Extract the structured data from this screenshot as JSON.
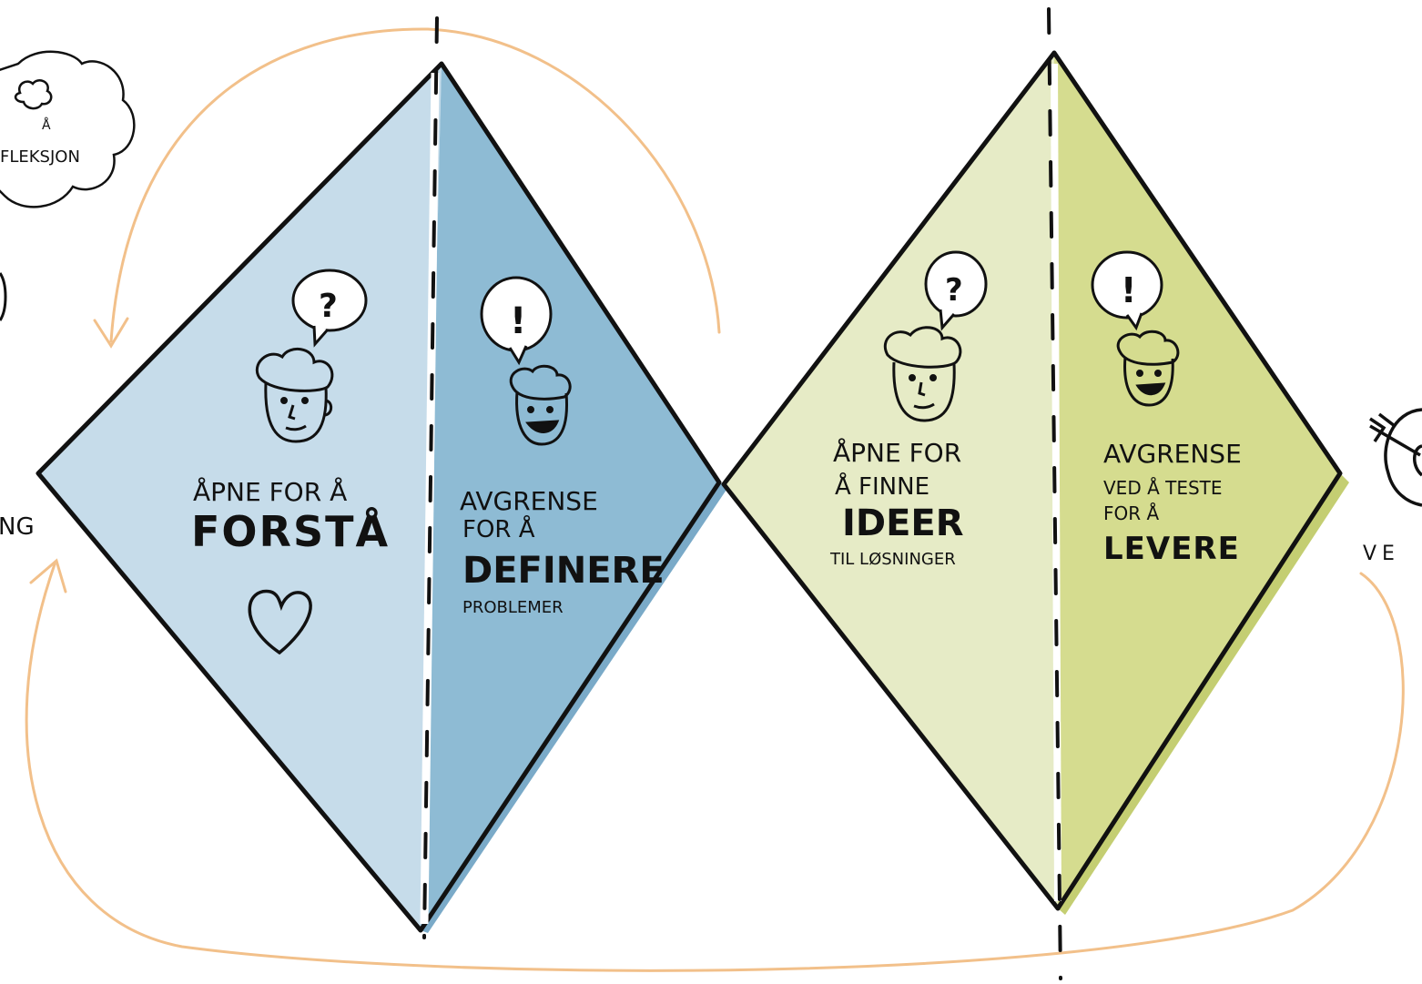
{
  "colors": {
    "light_blue": "#c6dcea",
    "mid_blue": "#8ebbd4",
    "light_green": "#e6ebc6",
    "mid_green": "#d5dc8f",
    "arrow_orange": "#f2c08a",
    "ink": "#111111"
  },
  "left_cloud": {
    "label": "FLEKSJON",
    "small_letter": "Å",
    "icon": "brain-icon"
  },
  "left_edge_label": "NG",
  "right_edge_label": "VE",
  "right_edge_icon": "target-arrow-icon",
  "diamond1": {
    "left": {
      "line1": "ÅPNE FOR Å",
      "line2": "FORSTÅ",
      "bubble": "?",
      "icon": "heart-icon"
    },
    "right": {
      "line1": "AVGRENSE",
      "line2": "FOR Å",
      "line3": "DEFINERE",
      "line4": "PROBLEMER",
      "bubble": "!"
    }
  },
  "diamond2": {
    "left": {
      "line1": "ÅPNE FOR",
      "line2": "Å FINNE",
      "line3": "IDEER",
      "line4": "TIL LØSNINGER",
      "bubble": "?"
    },
    "right": {
      "line1": "AVGRENSE",
      "line2": "VED Å TESTE",
      "line3": "FOR Å",
      "line4": "LEVERE",
      "bubble": "!"
    }
  }
}
